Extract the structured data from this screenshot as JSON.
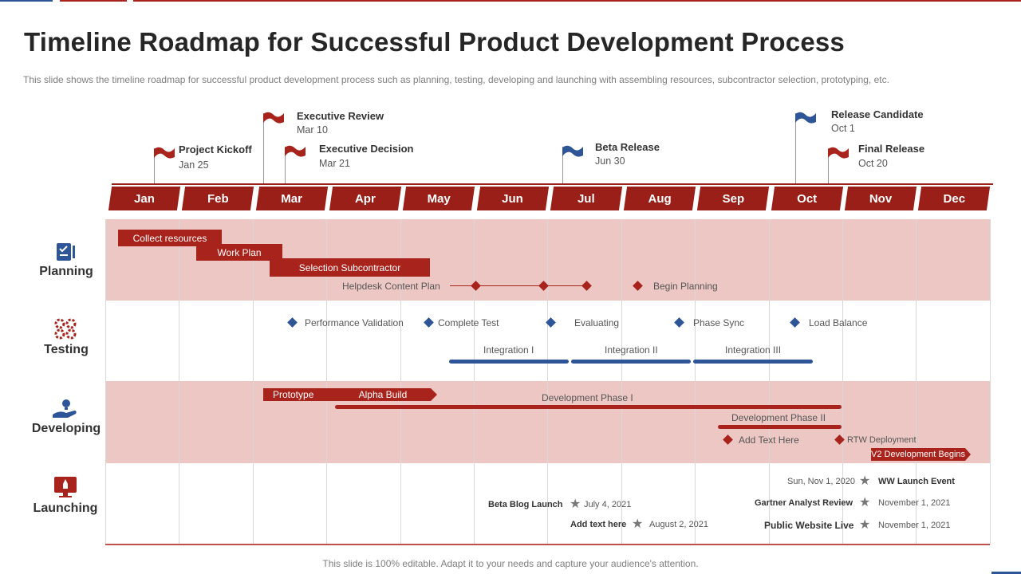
{
  "title": "Timeline Roadmap for Successful Product Development Process",
  "subtitle": "This slide shows the timeline roadmap for successful product development  process such as planning, testing, developing  and launching with assembling resources, subcontractor selection, prototyping, etc.",
  "footer": "This slide is 100% editable. Adapt it to your needs and capture your audience's attention.",
  "colors": {
    "accent_red": "#a8231c",
    "accent_blue": "#2e5597",
    "band_pink": "#edc7c4"
  },
  "months": [
    "Jan",
    "Feb",
    "Mar",
    "Apr",
    "May",
    "Jun",
    "Jul",
    "Aug",
    "Sep",
    "Oct",
    "Nov",
    "Dec"
  ],
  "milestones": [
    {
      "title": "Project Kickoff",
      "date": "Jan 25",
      "flag_color": "red"
    },
    {
      "title": "Executive Review",
      "date": "Mar 10",
      "flag_color": "red"
    },
    {
      "title": "Executive Decision",
      "date": "Mar 21",
      "flag_color": "red"
    },
    {
      "title": "Beta Release",
      "date": "Jun 30",
      "flag_color": "blue"
    },
    {
      "title": "Release Candidate",
      "date": "Oct 1",
      "flag_color": "blue"
    },
    {
      "title": "Final Release",
      "date": "Oct 20",
      "flag_color": "red"
    }
  ],
  "rows": {
    "planning": {
      "label": "Planning",
      "icon": "document-checklist-icon",
      "bars": [
        "Collect resources",
        "Work Plan",
        "Selection Subcontractor"
      ],
      "items": [
        "Helpdesk Content Plan",
        "Begin Planning"
      ]
    },
    "testing": {
      "label": "Testing",
      "icon": "gears-icon",
      "items": [
        "Performance Validation",
        "Complete Test",
        "Evaluating",
        "Phase Sync",
        "Load Balance"
      ],
      "integrations": [
        "Integration I",
        "Integration II",
        "Integration III"
      ]
    },
    "developing": {
      "label": "Developing",
      "icon": "hand-lightbulb-icon",
      "bars": [
        "Prototype",
        "Alpha Build"
      ],
      "phases": [
        "Development Phase I",
        "Development Phase II"
      ],
      "items": [
        "Add Text Here",
        "RTW Deployment"
      ],
      "v2": "V2 Development Begins"
    },
    "launching": {
      "label": "Launching",
      "icon": "monitor-rocket-icon",
      "events": [
        {
          "name": "Beta Blog Launch",
          "date": "July 4, 2021"
        },
        {
          "name": "Add text here",
          "date": "August 2, 2021"
        },
        {
          "name": "WW Launch Event",
          "date": "Sun, Nov 1, 2020"
        },
        {
          "name": "Gartner Analyst Review",
          "date": "November 1, 2021"
        },
        {
          "name": "Public Website Live",
          "date": "November 1, 2021"
        }
      ]
    }
  }
}
